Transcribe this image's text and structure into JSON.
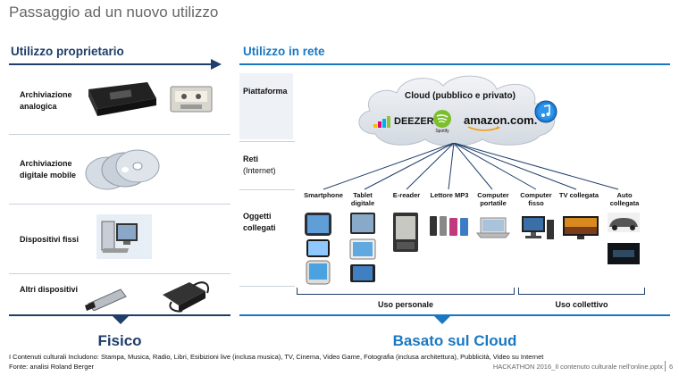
{
  "slide_title": "Passaggio ad un nuovo utilizzo",
  "left_header": "Utilizzo proprietario",
  "right_header": "Utilizzo in rete",
  "left_rows": [
    {
      "line1": "Archiviazione",
      "line2": "analogica"
    },
    {
      "line1": "Archiviazione",
      "line2": "digitale mobile"
    },
    {
      "line1": "Dispositivi fissi",
      "line2": ""
    },
    {
      "line1": "Altri dispositivi",
      "line2": ""
    }
  ],
  "right_rows": {
    "piattaforma": "Piattaforma",
    "reti_line1": "Reti",
    "reti_line2": "(Internet)",
    "oggetti_line1": "Oggetti",
    "oggetti_line2": "collegati"
  },
  "cloud": {
    "label": "Cloud (pubblico e privato)",
    "logos": {
      "deezer": "DEEZER",
      "spotify": "Spotify",
      "amazon": "amazon.com."
    }
  },
  "devices": [
    {
      "line1": "Smartphone",
      "line2": ""
    },
    {
      "line1": "Tablet",
      "line2": "digitale"
    },
    {
      "line1": "E-reader",
      "line2": ""
    },
    {
      "line1": "Lettore MP3",
      "line2": ""
    },
    {
      "line1": "Computer",
      "line2": "portatile"
    },
    {
      "line1": "Computer",
      "line2": "fisso"
    },
    {
      "line1": "TV collegata",
      "line2": ""
    },
    {
      "line1": "Auto",
      "line2": "collegata"
    }
  ],
  "groups": {
    "personal": "Uso personale",
    "collective": "Uso collettivo"
  },
  "footer_left": "Fisico",
  "footer_right": "Basato sul Cloud",
  "note": "I Contenuti culturali Includono: Stampa, Musica, Radio, Libri, Esibizioni live (inclusa musica), TV, Cinema, Video Game, Fotografia (inclusa architettura), Pubblicità, Video su Internet",
  "source": "Fonte: analisi Roland Berger",
  "slide_footer": "HACKATHON 2016_Il contenuto culturale nell'online.pptx",
  "page_number": "6",
  "colors": {
    "dark_blue": "#1f3e6a",
    "cloud_blue": "#1a78c2"
  }
}
